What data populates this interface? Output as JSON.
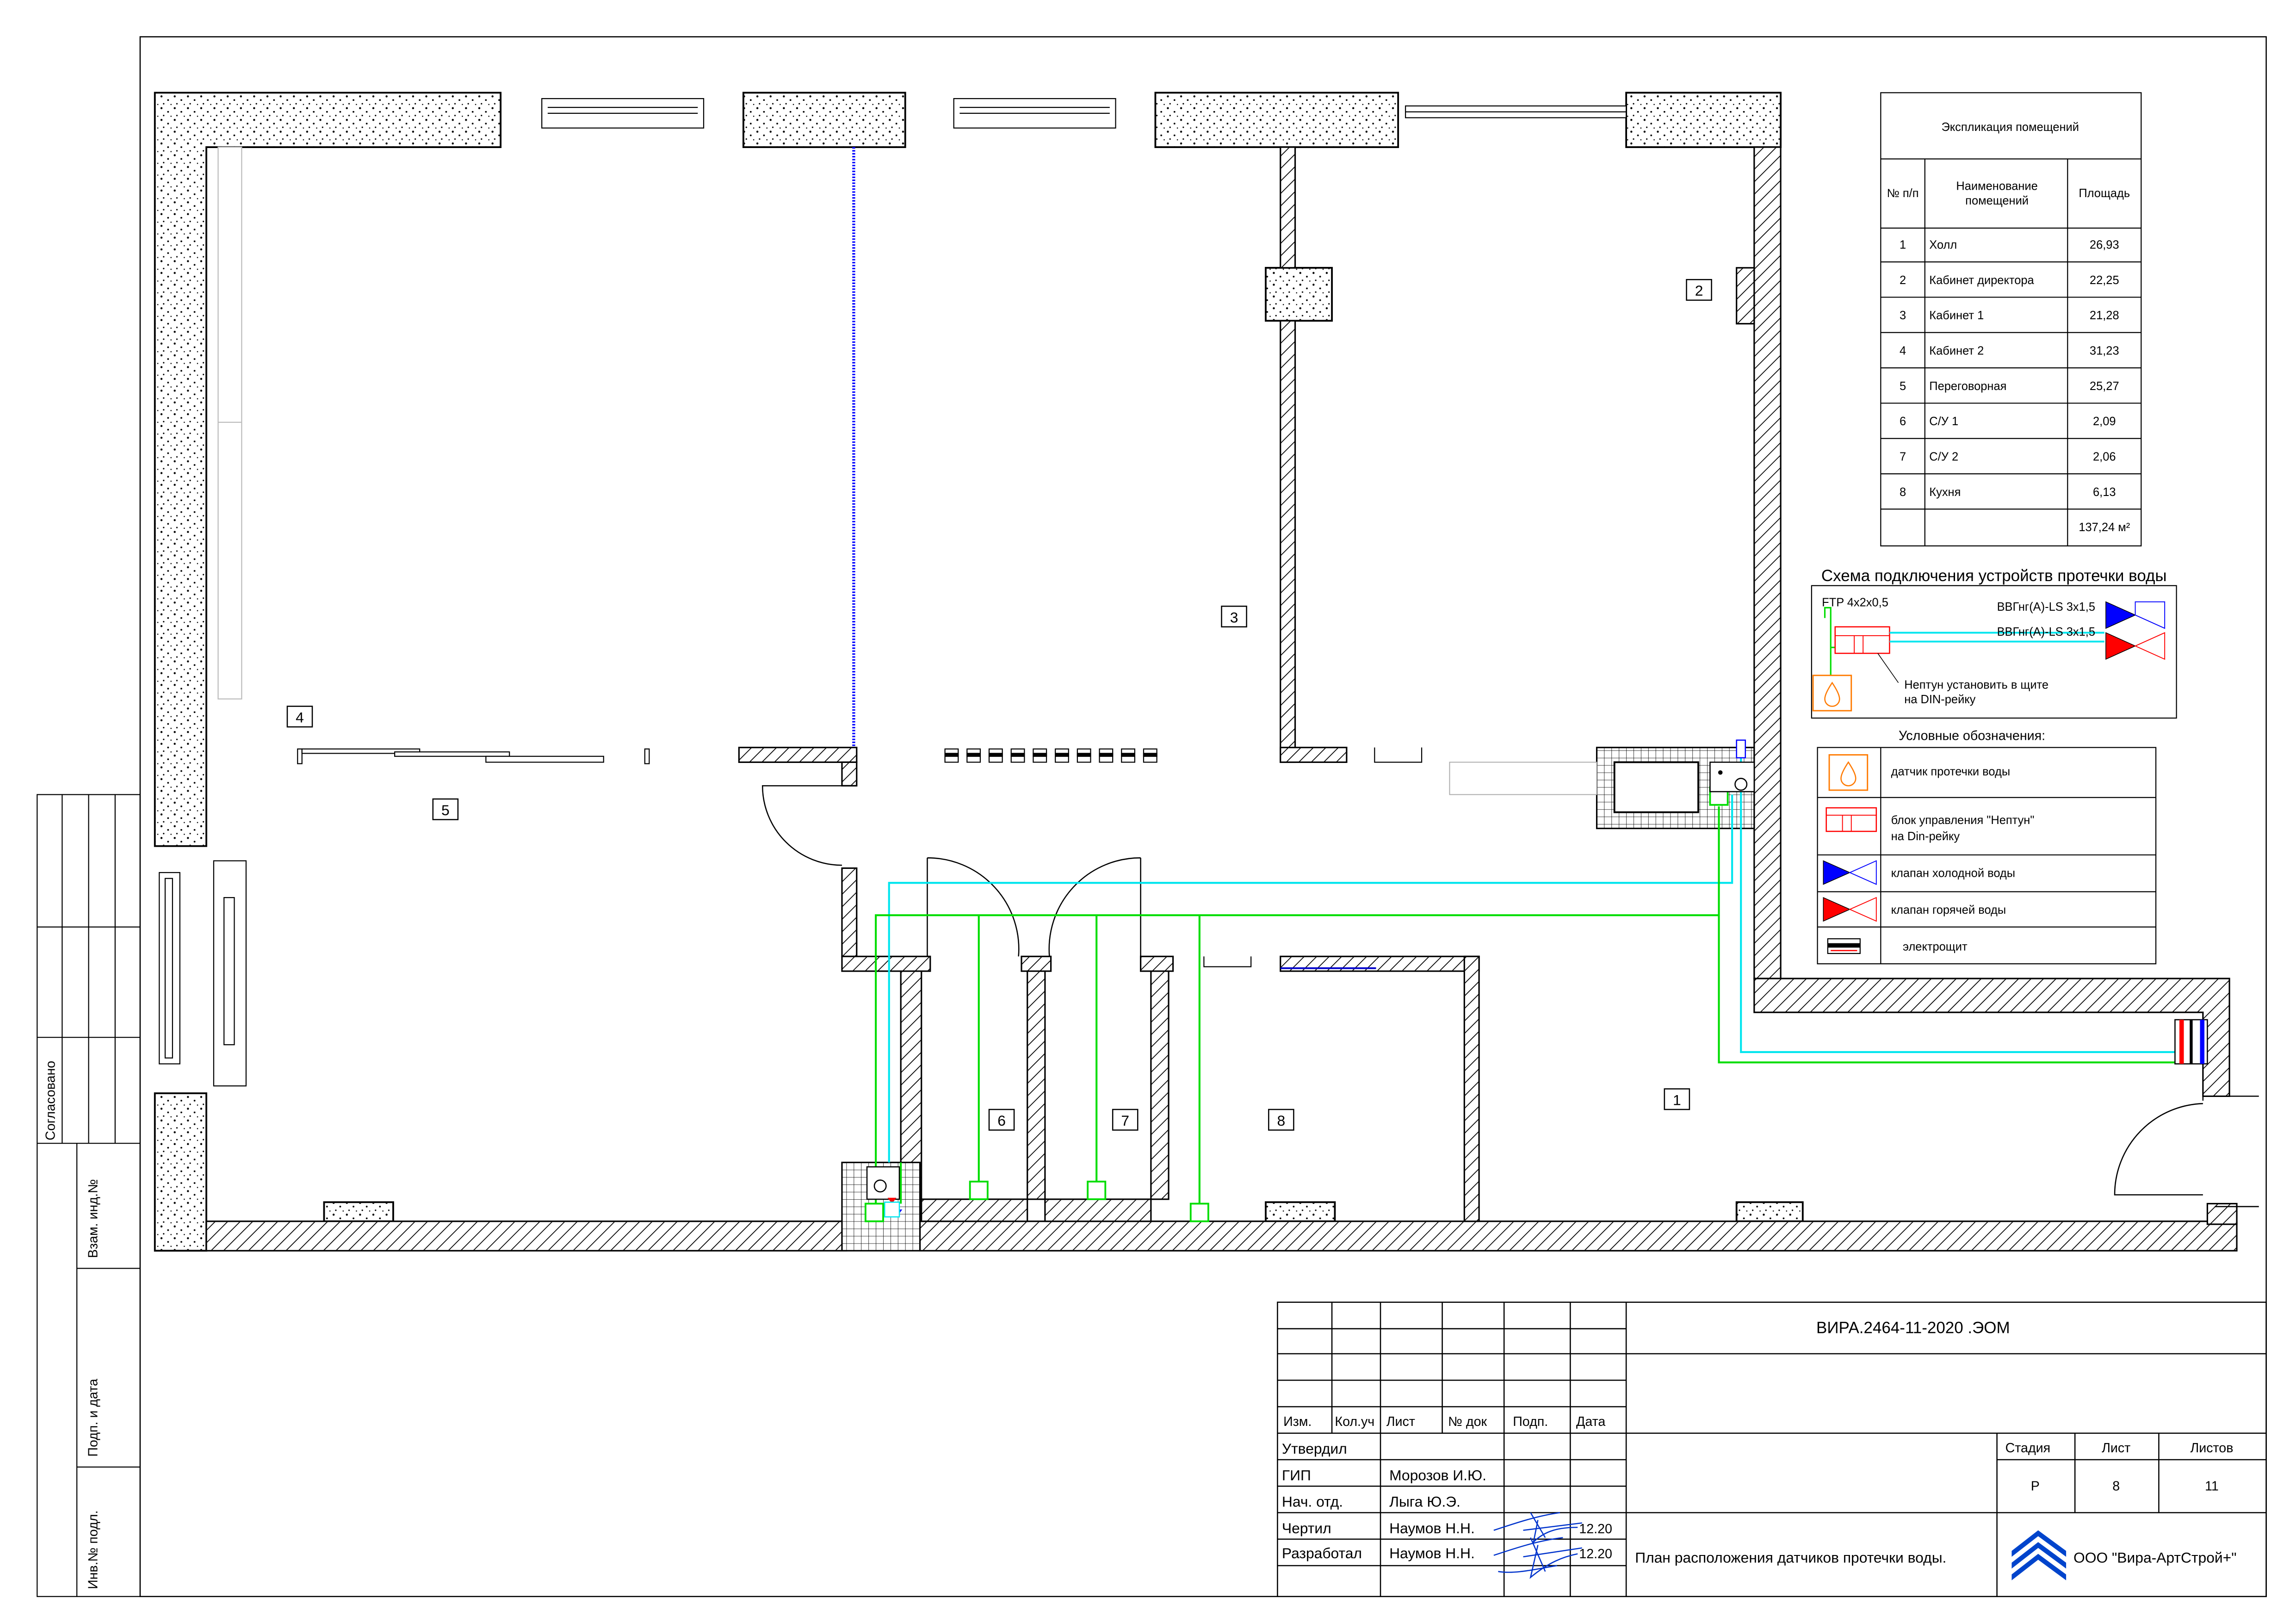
{
  "rooms_table": {
    "title": "Экспликация помещений",
    "headers": [
      "№ п/п",
      "Наименование помещений",
      "Площадь"
    ],
    "rows": [
      [
        "1",
        "Холл",
        "26,93"
      ],
      [
        "2",
        "Кабинет директора",
        "22,25"
      ],
      [
        "3",
        "Кабинет 1",
        "21,28"
      ],
      [
        "4",
        "Кабинет 2",
        "31,23"
      ],
      [
        "5",
        "Переговорная",
        "25,27"
      ],
      [
        "6",
        "С/У 1",
        "2,09"
      ],
      [
        "7",
        "С/У 2",
        "2,06"
      ],
      [
        "8",
        "Кухня",
        "6,13"
      ]
    ],
    "total": "137,24 м²"
  },
  "scheme": {
    "title": "Схема подключения устройств протечки воды",
    "cable_ftp": "FTP 4x2x0,5",
    "cable_cold": "ВВГнг(А)-LS 3х1,5",
    "cable_hot": "ВВГнг(А)-LS 3х1,5",
    "note_line1": "Нептун установить в щите",
    "note_line2": "на DIN-рейку"
  },
  "legend": {
    "title": "Условные обозначения:",
    "items": [
      {
        "icon": "leak-sensor-icon",
        "label": "датчик протечки воды"
      },
      {
        "icon": "control-unit-icon",
        "label": "блок управления \"Нептун\"",
        "label2": "на Din-рейку"
      },
      {
        "icon": "cold-valve-icon",
        "label": "клапан холодной воды"
      },
      {
        "icon": "hot-valve-icon",
        "label": "клапан горячей воды"
      },
      {
        "icon": "panel-icon",
        "label": "электрощит"
      }
    ]
  },
  "room_tags": [
    "1",
    "2",
    "3",
    "4",
    "5",
    "6",
    "7",
    "8"
  ],
  "title_block": {
    "doc_code": "ВИРА.2464-11-2020 .ЭОМ",
    "headers": [
      "Изм.",
      "Кол.уч",
      "Лист",
      "№ док",
      "Подп.",
      "Дата"
    ],
    "roles": [
      {
        "role": "Утвердил",
        "name": "",
        "date": ""
      },
      {
        "role": "ГИП",
        "name": "Морозов И.Ю.",
        "date": ""
      },
      {
        "role": "Нач. отд.",
        "name": "Лыга Ю.Э.",
        "date": ""
      },
      {
        "role": "Чертил",
        "name": "Наумов Н.Н.",
        "date": "12.20"
      },
      {
        "role": "Разработал",
        "name": "Наумов Н.Н.",
        "date": "12.20"
      }
    ],
    "stage_label": "Стадия",
    "stage": "Р",
    "sheet_label": "Лист",
    "sheet": "8",
    "sheets_label": "Листов",
    "sheets": "11",
    "sheet_title": "План расположения датчиков протечки воды.",
    "company": "ООО \"Вира-АртСтрой+\""
  },
  "side_stamp": {
    "agreed": "Согласовано",
    "inv_replace": "Взам. инд.№",
    "sign_date": "Подп. и дата",
    "inv_orig": "Инв.№ подл."
  },
  "colors": {
    "cold": "#0000ff",
    "hot": "#ff0000",
    "cable_cyan": "#00e5ee",
    "cable_green": "#00dd00",
    "sensor": "#ff7a00"
  }
}
